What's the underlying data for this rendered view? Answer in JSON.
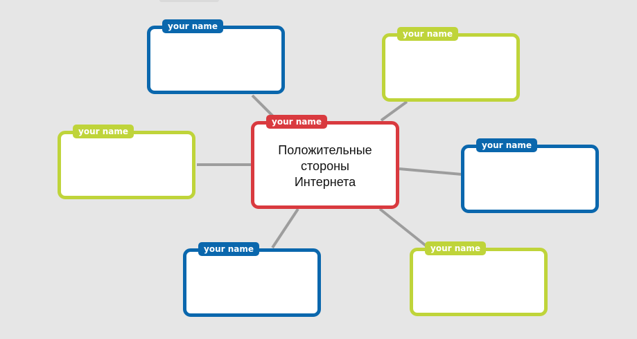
{
  "diagram": {
    "center": {
      "tag": "your name",
      "text_lines": [
        "Положительные",
        "стороны",
        "Интернета"
      ]
    },
    "nodes": [
      {
        "id": "top-left",
        "tag": "your name",
        "color": "#0a67ad"
      },
      {
        "id": "top-right",
        "tag": "your name",
        "color": "#bfd43a"
      },
      {
        "id": "middle-left",
        "tag": "your name",
        "color": "#bfd43a"
      },
      {
        "id": "middle-right",
        "tag": "your name",
        "color": "#0a67ad"
      },
      {
        "id": "bottom-left",
        "tag": "your name",
        "color": "#0a67ad"
      },
      {
        "id": "bottom-right",
        "tag": "your name",
        "color": "#bfd43a"
      }
    ],
    "colors": {
      "background": "#e6e6e6",
      "blue": "#0a67ad",
      "green": "#bfd43a",
      "red": "#d93a3f",
      "connector": "#9d9d9d"
    }
  }
}
